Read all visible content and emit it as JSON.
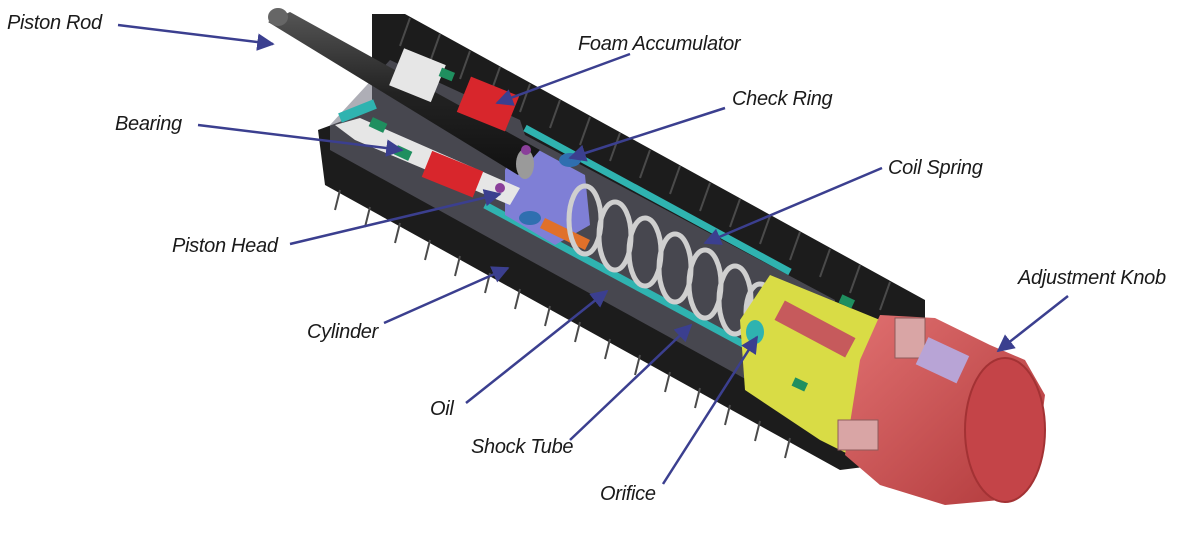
{
  "labels": {
    "piston_rod": "Piston Rod",
    "foam_accumulator": "Foam Accumulator",
    "check_ring": "Check Ring",
    "bearing": "Bearing",
    "coil_spring": "Coil Spring",
    "piston_head": "Piston Head",
    "adjustment_knob": "Adjustment Knob",
    "cylinder": "Cylinder",
    "oil": "Oil",
    "shock_tube": "Shock Tube",
    "orifice": "Orifice"
  },
  "colors": {
    "body": "#1c1c1c",
    "shock_tube": "#2fb3b0",
    "foam": "#d8262c",
    "check_ring": "#7f7fd6",
    "spring": "#c8c8c8",
    "fitting": "#d9dc45",
    "knob": "#d2585a",
    "leader": "#3b3f8f",
    "seal": "#1f8f5f",
    "bearing": "#e6e6e6"
  }
}
